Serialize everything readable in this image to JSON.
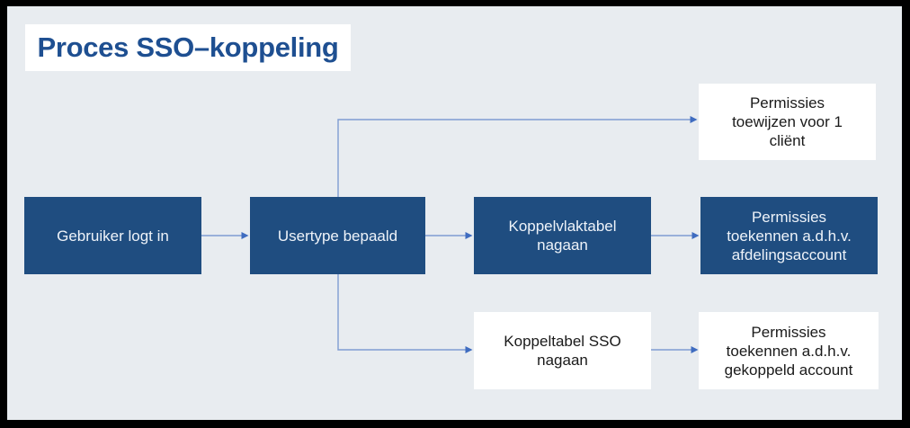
{
  "title": "Proces SSO–koppeling",
  "colors": {
    "frame": "#000000",
    "background": "#e8ecf0",
    "node_dark_fill": "#1f4d80",
    "node_dark_text": "#eef3f9",
    "node_light_fill": "#ffffff",
    "node_light_text": "#1a1a1a",
    "title_text": "#1e4f91",
    "connector_line": "#7f9cd2",
    "arrowhead": "#3f6cc0"
  },
  "nodes": [
    {
      "id": "gebruiker-logt-in",
      "label": "Gebruiker logt in",
      "variant": "dark"
    },
    {
      "id": "usertype-bepaald",
      "label": "Usertype bepaald",
      "variant": "dark"
    },
    {
      "id": "koppelvlaktabel-nagaan",
      "label": "Koppelvlaktabel\nnagaan",
      "variant": "dark"
    },
    {
      "id": "permissies-afdelingsaccount",
      "label": "Permissies\ntoekennen a.d.h.v.\nafdelingsaccount",
      "variant": "dark"
    },
    {
      "id": "permissies-1-client",
      "label": "Permissies\ntoewijzen voor 1\ncliënt",
      "variant": "light"
    },
    {
      "id": "koppeltabel-sso-nagaan",
      "label": "Koppeltabel SSO\nnagaan",
      "variant": "light"
    },
    {
      "id": "permissies-gekoppeld-account",
      "label": "Permissies\ntoekennen a.d.h.v.\ngekoppeld account",
      "variant": "light"
    }
  ]
}
